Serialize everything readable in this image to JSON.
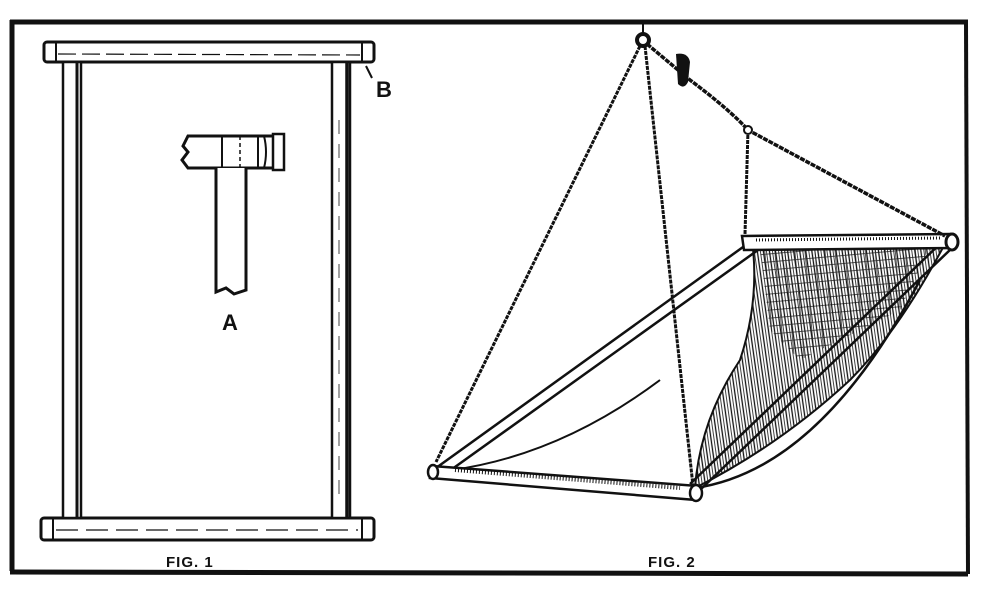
{
  "figures": [
    {
      "caption": "FIG. 1",
      "description": "Rectangular frame made of two side poles and two end crossbars, with inset detail of a T-shaped joint",
      "labels": {
        "detail": "A",
        "joint": "B"
      }
    },
    {
      "caption": "FIG. 2",
      "description": "Hammock chair: netted seat slung between crossbars, suspended from a single ring by ropes, with side poles",
      "labels": {}
    }
  ],
  "colors": {
    "ink": "#111111",
    "paper": "#ffffff"
  }
}
